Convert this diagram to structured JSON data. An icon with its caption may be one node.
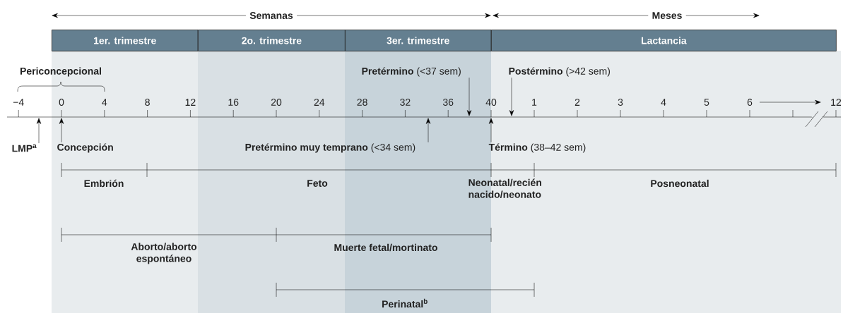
{
  "diagram": {
    "nodes": [
      {
        "text": [
          "1er. trimestre"
        ]
      },
      {
        "text": [
          "2o. trimestre"
        ]
      },
      {
        "text": [
          "3er. trimestre"
        ]
      },
      {
        "text": [
          "Lactancia"
        ]
      },
      {
        "text": [
          "**Pretérmino** (<37 sem)"
        ]
      },
      {
        "text": [
          "**Postérmino** (>42 sem)"
        ]
      },
      {
        "text": [
          "LMP$^{a}$"
        ]
      },
      {
        "text": [
          "Concepción"
        ]
      },
      {
        "text": [
          "**Pretérmino muy temprano** (<34 sem)"
        ]
      },
      {
        "text": [
          "**Término** (38–42 sem)"
        ]
      }
    ],
    "edges": [
      {
        "from": 4,
        "to": null,
        "arrow": "to"
      },
      {
        "from": 5,
        "to": null,
        "arrow": "to"
      },
      {
        "from": 6,
        "to": null,
        "arrow": "to"
      },
      {
        "from": 7,
        "to": null,
        "arrow": "to"
      },
      {
        "from": 8,
        "to": null,
        "arrow": "to"
      },
      {
        "from": 9,
        "to": null,
        "arrow": "to"
      }
    ],
    "labels": [
      "Semanas",
      "Meses",
      "Periconcepcional",
      "−4",
      "0",
      "4",
      "8",
      "12",
      "16",
      "20",
      "24",
      "28",
      "32",
      "36",
      "40",
      "1",
      "2",
      "3",
      "4",
      "5",
      "6",
      "12",
      "Embrión",
      "Feto",
      "Neonatal/recién nacido/neonato",
      "Posneonatal",
      "Aborto/aborto espontáneo",
      "Muerte fetal/mortinato",
      "Perinatal$^{b}$"
    ]
  }
}
